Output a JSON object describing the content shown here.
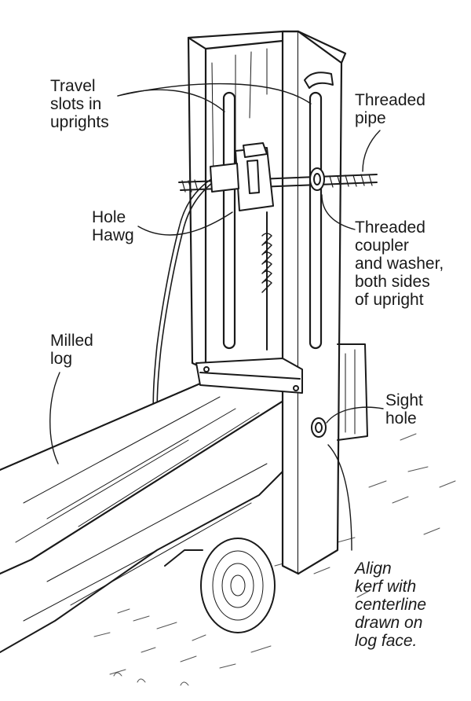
{
  "labels": {
    "travel_slots": "Travel\nslots in\nuprights",
    "threaded_pipe": "Threaded\npipe",
    "hole_hawg": "Hole\nHawg",
    "threaded_coupler": "Threaded\ncoupler\nand washer,\nboth sides\nof upright",
    "milled_log": "Milled\nlog",
    "sight_hole": "Sight\nhole",
    "align_kerf": "Align\nkerf with\ncenterline\ndrawn on\nlog face."
  }
}
